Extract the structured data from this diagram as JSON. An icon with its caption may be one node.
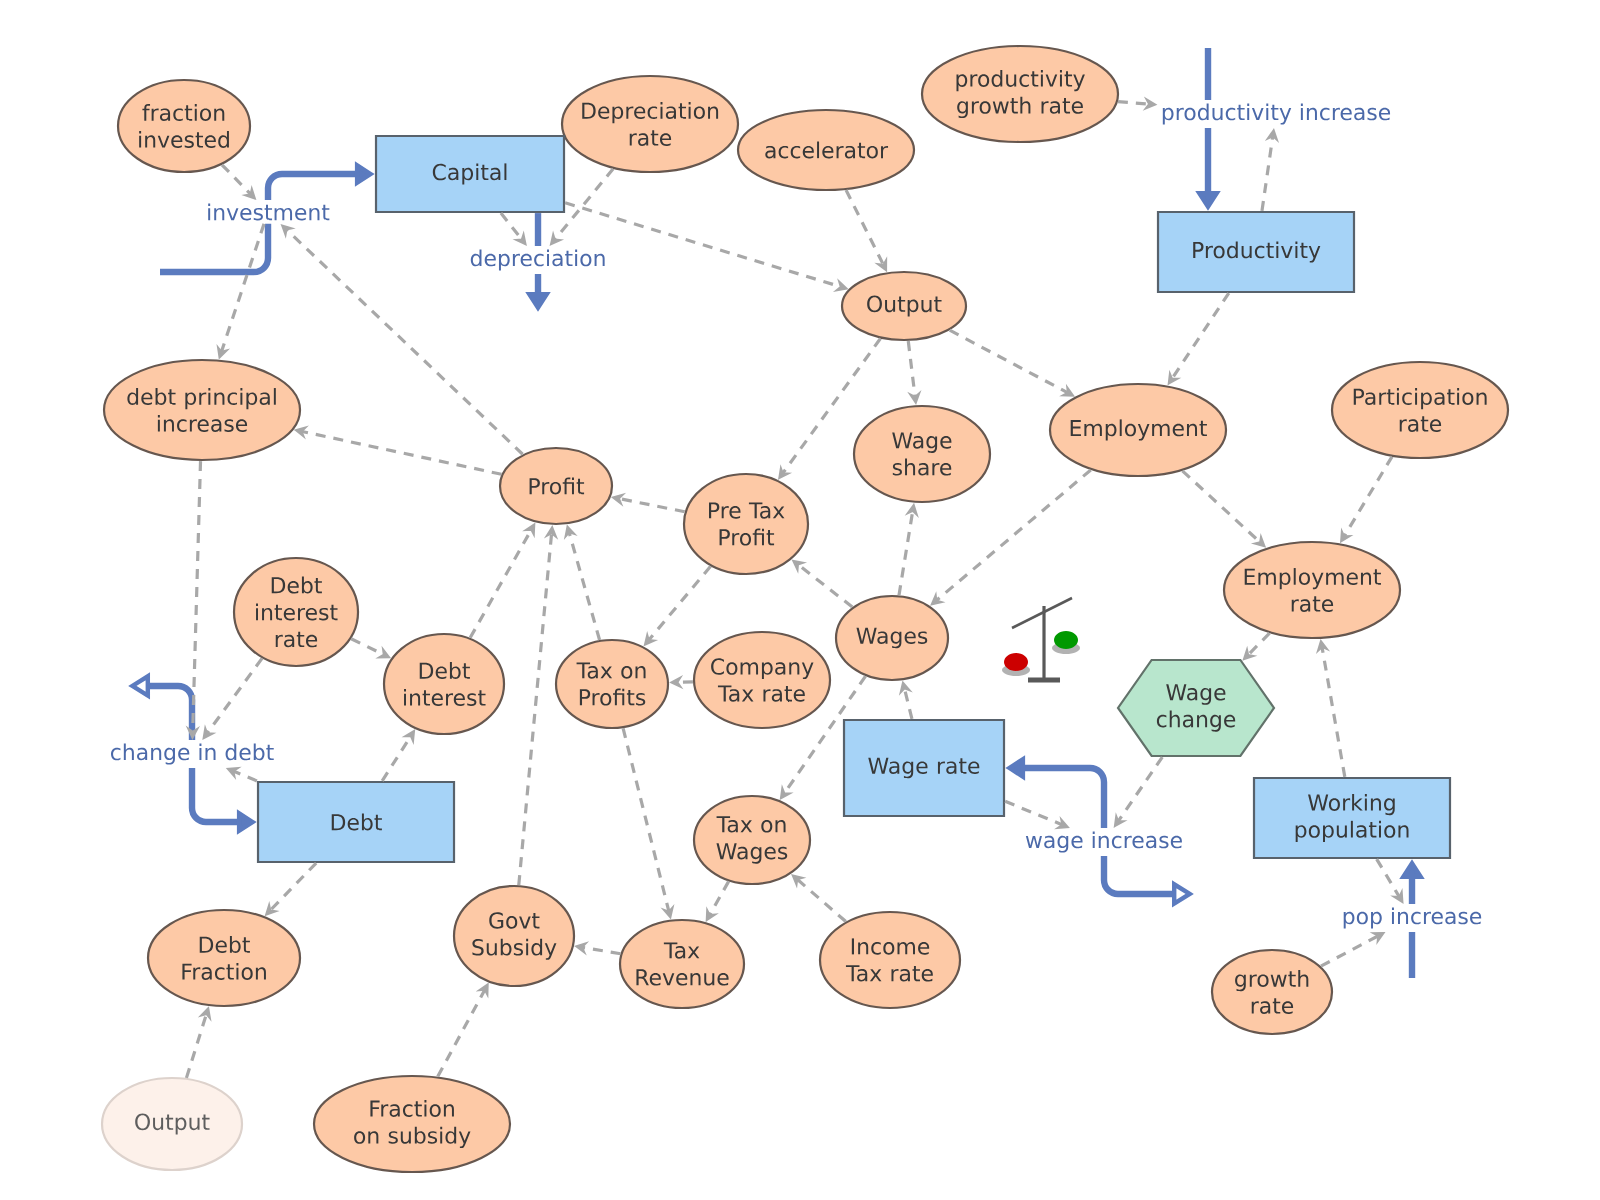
{
  "diagram": {
    "nodes": [
      {
        "text": [
          "fraction invested"
        ]
      },
      {
        "text": [
          "Depreciation rate"
        ]
      },
      {
        "text": [
          "productivity growth rate"
        ]
      },
      {
        "text": [
          "productivity increase"
        ]
      },
      {
        "text": [
          "accelerator"
        ]
      },
      {
        "text": [
          "Capital"
        ]
      },
      {
        "text": [
          "investment"
        ]
      },
      {
        "text": [
          "Productivity"
        ]
      },
      {
        "text": [
          "depreciation"
        ]
      },
      {
        "text": [
          "Output"
        ]
      },
      {
        "text": [
          "Participation rate"
        ]
      },
      {
        "text": [
          "debt principal increase"
        ]
      },
      {
        "text": [
          "Employment"
        ]
      },
      {
        "text": [
          "Wage share"
        ]
      },
      {
        "text": [
          "Profit"
        ]
      },
      {
        "text": [
          "Pre Tax Profit"
        ]
      },
      {
        "text": [
          "Employment rate"
        ]
      },
      {
        "text": [
          "Debt interest rate"
        ]
      },
      {
        "text": [
          "Wages"
        ]
      },
      {
        "text": [
          "Company Tax rate"
        ]
      },
      {
        "text": [
          "Tax on Profits"
        ]
      },
      {
        "text": [
          "Debt interest"
        ]
      },
      {
        "text": [
          "Wage change"
        ]
      },
      {
        "text": [
          "change in debt"
        ]
      },
      {
        "text": [
          "Wage rate"
        ]
      },
      {
        "text": [
          "Debt"
        ]
      },
      {
        "text": [
          "Working population"
        ]
      },
      {
        "text": [
          "wage increase"
        ]
      },
      {
        "text": [
          "Tax on Wages"
        ]
      },
      {
        "text": [
          "pop increase"
        ]
      },
      {
        "text": [
          "Govt Subsidy"
        ]
      },
      {
        "text": [
          "Debt Fraction"
        ]
      },
      {
        "text": [
          "Income Tax rate"
        ]
      },
      {
        "text": [
          "Tax Revenue"
        ]
      },
      {
        "text": [
          "growth rate"
        ]
      },
      {
        "text": [
          "Output"
        ]
      },
      {
        "text": [
          "Fraction on subsidy"
        ]
      }
    ],
    "edges": [
      {
        "from": null,
        "to": 6,
        "arrow": "none",
        "style": "thick",
        "color": "#5b7bbf"
      },
      {
        "from": 6,
        "to": 5,
        "arrow": "to",
        "style": "thick",
        "color": "#5b7bbf"
      },
      {
        "from": 5,
        "to": 8,
        "arrow": "none",
        "style": "thick",
        "color": "#5b7bbf"
      },
      {
        "from": 8,
        "to": null,
        "arrow": "to",
        "style": "thick",
        "color": "#5b7bbf"
      },
      {
        "from": null,
        "to": 3,
        "arrow": "none",
        "style": "thick",
        "color": "#5b7bbf"
      },
      {
        "from": 3,
        "to": 7,
        "arrow": "to",
        "style": "thick",
        "color": "#5b7bbf"
      },
      {
        "from": 23,
        "to": null,
        "arrow": "to",
        "style": "thick",
        "color": "#5b7bbf"
      },
      {
        "from": 23,
        "to": 25,
        "arrow": "to",
        "style": "thick",
        "color": "#5b7bbf"
      },
      {
        "from": 27,
        "to": 24,
        "arrow": "to",
        "style": "thick",
        "color": "#5b7bbf"
      },
      {
        "from": 27,
        "to": null,
        "arrow": "to",
        "style": "thick",
        "color": "#5b7bbf"
      },
      {
        "from": null,
        "to": 29,
        "arrow": "none",
        "style": "thick",
        "color": "#5b7bbf"
      },
      {
        "from": 29,
        "to": 26,
        "arrow": "to",
        "style": "thick",
        "color": "#5b7bbf"
      },
      {
        "from": 0,
        "to": 6,
        "arrow": "to",
        "style": "dashed"
      },
      {
        "from": 14,
        "to": 6,
        "arrow": "to",
        "style": "dashed"
      },
      {
        "from": 6,
        "to": 11,
        "arrow": "to",
        "style": "dashed"
      },
      {
        "from": 14,
        "to": 11,
        "arrow": "to",
        "style": "dashed"
      },
      {
        "from": 5,
        "to": 8,
        "arrow": "to",
        "style": "dashed"
      },
      {
        "from": 1,
        "to": 8,
        "arrow": "to",
        "style": "dashed"
      },
      {
        "from": 5,
        "to": 9,
        "arrow": "to",
        "style": "dashed"
      },
      {
        "from": 4,
        "to": 9,
        "arrow": "to",
        "style": "dashed"
      },
      {
        "from": 2,
        "to": 3,
        "arrow": "to",
        "style": "dashed"
      },
      {
        "from": 7,
        "to": 3,
        "arrow": "to",
        "style": "dashed"
      },
      {
        "from": 7,
        "to": 12,
        "arrow": "to",
        "style": "dashed"
      },
      {
        "from": 9,
        "to": 13,
        "arrow": "to",
        "style": "dashed"
      },
      {
        "from": 9,
        "to": 12,
        "arrow": "to",
        "style": "dashed"
      },
      {
        "from": 9,
        "to": 15,
        "arrow": "to",
        "style": "dashed"
      },
      {
        "from": 15,
        "to": 14,
        "arrow": "to",
        "style": "dashed"
      },
      {
        "from": 15,
        "to": 20,
        "arrow": "to",
        "style": "dashed"
      },
      {
        "from": 18,
        "to": 15,
        "arrow": "to",
        "style": "dashed"
      },
      {
        "from": 18,
        "to": 13,
        "arrow": "to",
        "style": "dashed"
      },
      {
        "from": 12,
        "to": 18,
        "arrow": "to",
        "style": "dashed"
      },
      {
        "from": 12,
        "to": 16,
        "arrow": "to",
        "style": "dashed"
      },
      {
        "from": 10,
        "to": 16,
        "arrow": "to",
        "style": "dashed"
      },
      {
        "from": 16,
        "to": 22,
        "arrow": "to",
        "style": "dashed"
      },
      {
        "from": 26,
        "to": 16,
        "arrow": "to",
        "style": "dashed"
      },
      {
        "from": 22,
        "to": 27,
        "arrow": "to",
        "style": "dashed"
      },
      {
        "from": 24,
        "to": 27,
        "arrow": "to",
        "style": "dashed"
      },
      {
        "from": 24,
        "to": 18,
        "arrow": "to",
        "style": "dashed"
      },
      {
        "from": 18,
        "to": 28,
        "arrow": "to",
        "style": "dashed"
      },
      {
        "from": 19,
        "to": 20,
        "arrow": "to",
        "style": "dashed"
      },
      {
        "from": 32,
        "to": 28,
        "arrow": "to",
        "style": "dashed"
      },
      {
        "from": 20,
        "to": 33,
        "arrow": "to",
        "style": "dashed"
      },
      {
        "from": 28,
        "to": 33,
        "arrow": "to",
        "style": "dashed"
      },
      {
        "from": 33,
        "to": 30,
        "arrow": "to",
        "style": "dashed"
      },
      {
        "from": 36,
        "to": 30,
        "arrow": "to",
        "style": "dashed"
      },
      {
        "from": 30,
        "to": 14,
        "arrow": "to",
        "style": "dashed"
      },
      {
        "from": 20,
        "to": 14,
        "arrow": "to",
        "style": "dashed"
      },
      {
        "from": 21,
        "to": 14,
        "arrow": "to",
        "style": "dashed"
      },
      {
        "from": 17,
        "to": 21,
        "arrow": "to",
        "style": "dashed"
      },
      {
        "from": 17,
        "to": 23,
        "arrow": "to",
        "style": "dashed"
      },
      {
        "from": 11,
        "to": 23,
        "arrow": "to",
        "style": "dashed"
      },
      {
        "from": 25,
        "to": 23,
        "arrow": "to",
        "style": "dashed"
      },
      {
        "from": 25,
        "to": 21,
        "arrow": "to",
        "style": "dashed"
      },
      {
        "from": 25,
        "to": 31,
        "arrow": "to",
        "style": "dashed"
      },
      {
        "from": 35,
        "to": 31,
        "arrow": "to",
        "style": "dashed"
      },
      {
        "from": 34,
        "to": 29,
        "arrow": "to",
        "style": "dashed"
      },
      {
        "from": 26,
        "to": 29,
        "arrow": "to",
        "style": "dashed"
      }
    ]
  }
}
